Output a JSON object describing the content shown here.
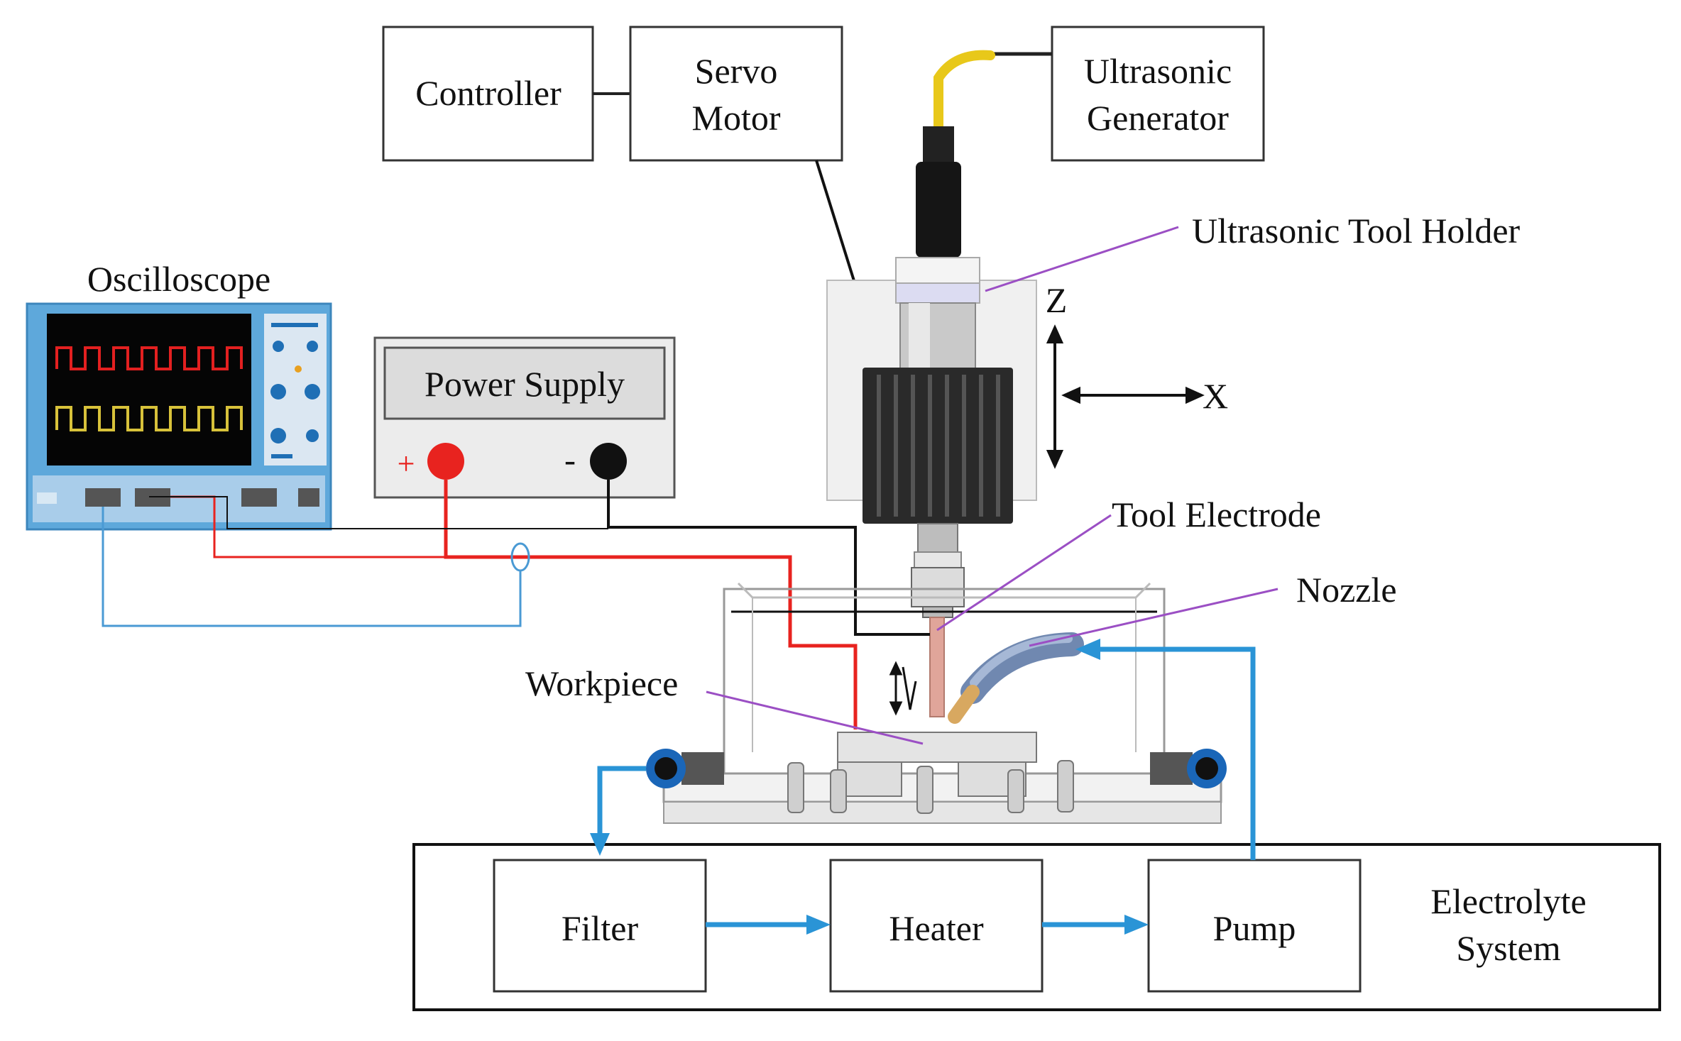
{
  "labels": {
    "controller": "Controller",
    "servo_motor_line1": "Servo",
    "servo_motor_line2": "Motor",
    "ultrasonic_generator_line1": "Ultrasonic",
    "ultrasonic_generator_line2": "Generator",
    "ultrasonic_tool_holder": "Ultrasonic Tool Holder",
    "oscilloscope": "Oscilloscope",
    "power_supply": "Power Supply",
    "plus_terminal": "+",
    "minus_terminal": "-",
    "axis_z": "Z",
    "axis_x": "X",
    "tool_electrode": "Tool Electrode",
    "nozzle": "Nozzle",
    "workpiece": "Workpiece",
    "filter": "Filter",
    "heater": "Heater",
    "pump": "Pump",
    "electrolyte_system_line1": "Electrolyte",
    "electrolyte_system_line2": "System"
  },
  "colors": {
    "positive_wire": "#e8231f",
    "negative_wire": "#111111",
    "flow_arrow": "#2a94d6",
    "probe_wire": "#4a9ad4",
    "leader_line": "#9b4fc4",
    "oscilloscope_body": "#5ea8db",
    "scope_trace_1": "#e32020",
    "scope_trace_2": "#d8c23a",
    "cable_yellow": "#e8c81a",
    "tool_electrode": "#e0a59a"
  },
  "icons": [
    "oscilloscope-icon",
    "tool-holder-icon",
    "work-tank-icon",
    "nozzle-icon",
    "connector-icon"
  ]
}
